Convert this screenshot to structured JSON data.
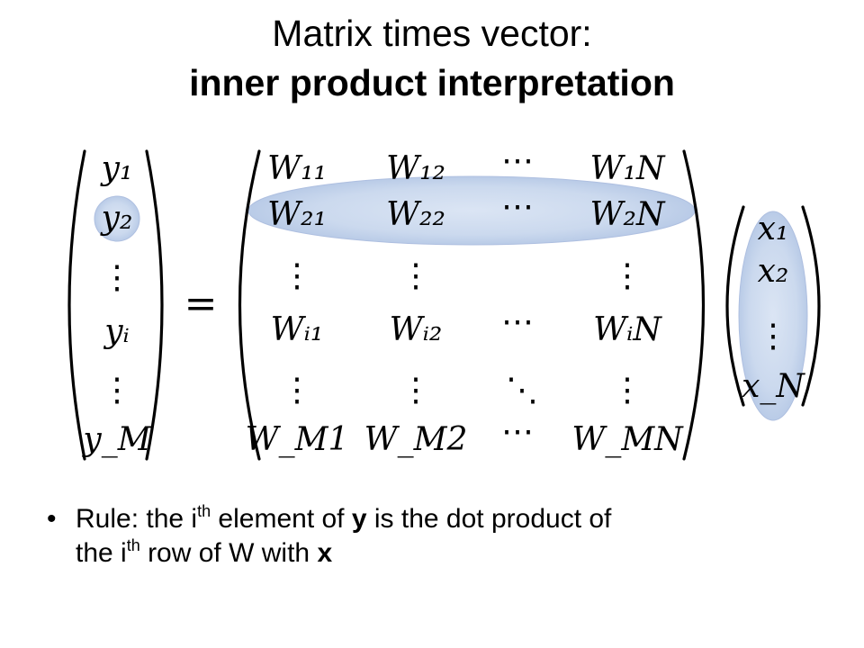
{
  "title": {
    "line1": "Matrix times vector:",
    "line2": "inner product interpretation"
  },
  "equation": {
    "y": [
      "y₁",
      "y₂",
      "⋮",
      "yᵢ",
      "⋮",
      "y_M"
    ],
    "equals": "=",
    "W_rows": [
      [
        "W₁₁",
        "W₁₂",
        "⋯",
        "W₁N"
      ],
      [
        "W₂₁",
        "W₂₂",
        "⋯",
        "W₂N"
      ],
      [
        "⋮",
        "⋮",
        "",
        "⋮"
      ],
      [
        "Wᵢ₁",
        "Wᵢ₂",
        "⋯",
        "WᵢN"
      ],
      [
        "⋮",
        "⋮",
        "⋱",
        "⋮"
      ],
      [
        "W_M1",
        "W_M2",
        "⋯",
        "W_MN"
      ]
    ],
    "x": [
      "x₁",
      "x₂",
      "⋮",
      "x_N"
    ]
  },
  "bullet": {
    "l1_a": "Rule: the i",
    "l1_sup": "th",
    "l1_b": " element of ",
    "l1_y": "y",
    "l1_c": " is the dot product of",
    "l2_a": "the i",
    "l2_sup": "th",
    "l2_b": " row of W with ",
    "l2_x": "x"
  },
  "colors": {
    "highlight": "#c6d5ec",
    "highlight_edge": "#aebfe0"
  }
}
